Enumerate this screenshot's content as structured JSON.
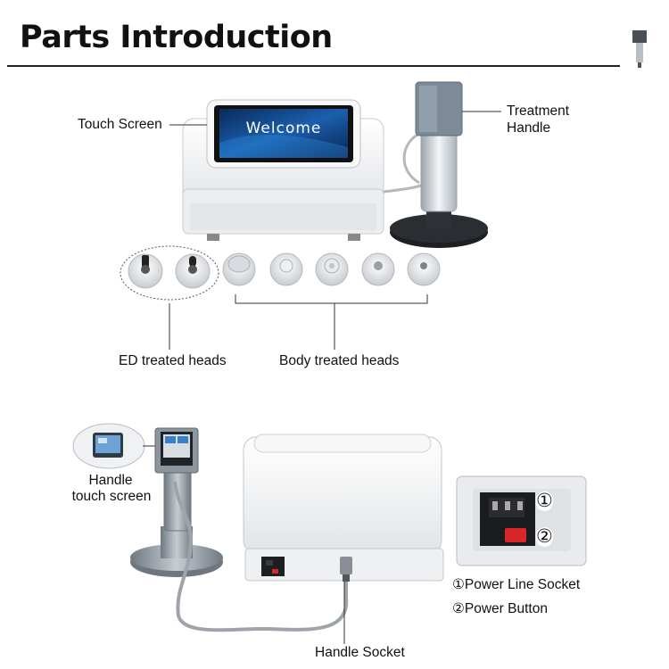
{
  "header": {
    "title": "Parts Introduction"
  },
  "labels": {
    "touch_screen": "Touch Screen",
    "treatment_handle_line1": "Treatment",
    "treatment_handle_line2": "Handle",
    "screen_text": "Welcome",
    "ed_heads": "ED treated heads",
    "body_heads": "Body treated heads",
    "handle_touch_line1": "Handle",
    "handle_touch_line2": "touch screen",
    "handle_socket": "Handle Socket",
    "power_line_socket": "①Power Line Socket",
    "power_button": "②Power Button",
    "marker_1": "①",
    "marker_2": "②"
  },
  "colors": {
    "accent_blue": "#1a4f9c",
    "switch_red": "#d8262b",
    "device_white": "#f4f4f4",
    "metal_grey": "#8c96a0"
  }
}
